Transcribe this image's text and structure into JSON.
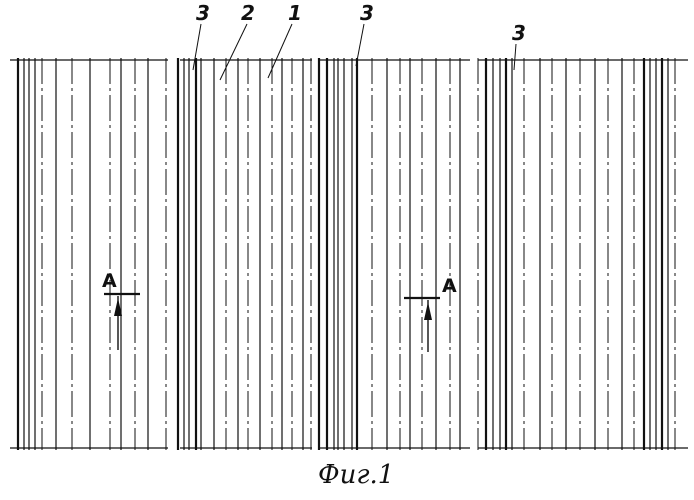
{
  "figure": {
    "caption": "Фиг.1",
    "callouts": [
      {
        "id": "c3a",
        "text": "3"
      },
      {
        "id": "c2",
        "text": "2"
      },
      {
        "id": "c1",
        "text": "1"
      },
      {
        "id": "c3b",
        "text": "3"
      },
      {
        "id": "c3c",
        "text": "3"
      }
    ],
    "section_marks": [
      {
        "id": "s1",
        "text": "A"
      },
      {
        "id": "s2",
        "text": "A"
      }
    ]
  }
}
